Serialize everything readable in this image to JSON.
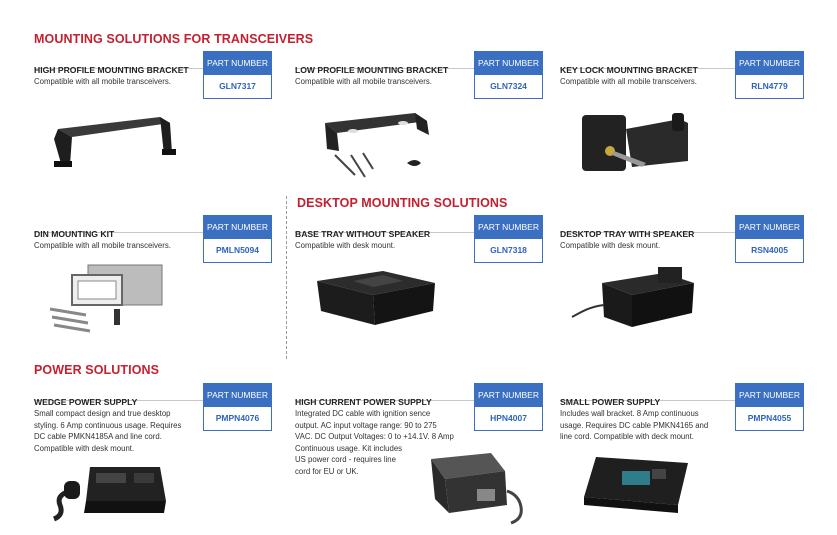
{
  "sections": {
    "transceivers": "MOUNTING SOLUTIONS FOR TRANSCEIVERS",
    "desktop": "DESKTOP MOUNTING SOLUTIONS",
    "power": "POWER SOLUTIONS"
  },
  "part_label": "PART NUMBER",
  "items": [
    {
      "title": "HIGH PROFILE MOUNTING BRACKET",
      "desc": "Compatible with all mobile transceivers.",
      "part": "GLN7317",
      "icon": "high-profile-bracket-image"
    },
    {
      "title": "LOW PROFILE MOUNTING BRACKET",
      "desc": "Compatible with all mobile transceivers.",
      "part": "GLN7324",
      "icon": "low-profile-bracket-image"
    },
    {
      "title": "KEY LOCK MOUNTING BRACKET",
      "desc": "Compatible with all mobile transceivers.",
      "part": "RLN4779",
      "icon": "key-lock-bracket-image"
    },
    {
      "title": "DIN MOUNTING KIT",
      "desc": "Compatible with all mobile transceivers.",
      "part": "PMLN5094",
      "icon": "din-kit-image"
    },
    {
      "title": "BASE TRAY WITHOUT SPEAKER",
      "desc": "Compatible with desk mount.",
      "part": "GLN7318",
      "icon": "base-tray-image"
    },
    {
      "title": "DESKTOP TRAY WITH SPEAKER",
      "desc": "Compatible with desk mount.",
      "part": "RSN4005",
      "icon": "desktop-tray-speaker-image"
    },
    {
      "title": "WEDGE POWER SUPPLY",
      "desc": "Small compact design and true desktop\nstyling. 6 Amp continuous usage. Requires\nDC cable PMKN4185A and line cord.\nCompatible with desk mount.",
      "part": "PMPN4076",
      "icon": "wedge-power-supply-image"
    },
    {
      "title": "HIGH CURRENT POWER SUPPLY",
      "desc": "Integrated DC cable with ignition sence\noutput. AC input voltage range: 90 to 275\nVAC. DC Output Voltages: 0 to +14.1V. 8 Amp\nContinuous usage. Kit includes\nUS power cord - requires line\ncord for EU or UK.",
      "part": "HPN4007",
      "icon": "high-current-power-supply-image"
    },
    {
      "title": "SMALL POWER SUPPLY",
      "desc": "Includes wall bracket. 8 Amp continuous\nusage. Requires DC cable PMKN4165 and\nline cord. Compatible with deck mount.",
      "part": "PMPN4055",
      "icon": "small-power-supply-image"
    }
  ]
}
